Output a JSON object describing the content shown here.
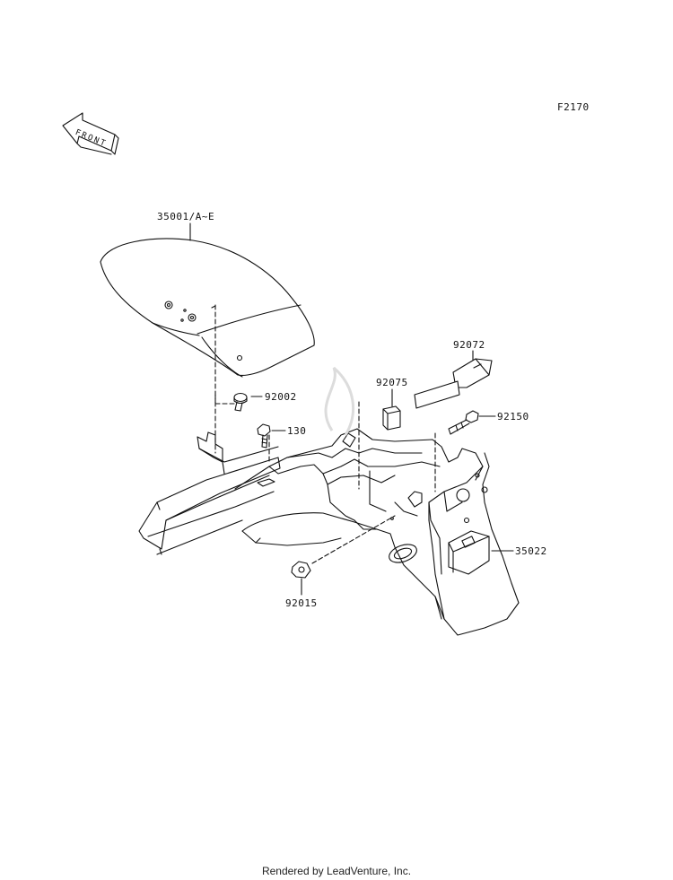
{
  "diagram": {
    "code": "F2170",
    "front_label": "FRONT",
    "parts": {
      "front_fender": "35001/A~E",
      "rear_fender": "35022",
      "bolt_92002": "92002",
      "bolt_130": "130",
      "pad_92075": "92075",
      "holder_92072": "92072",
      "bolt_92150": "92150",
      "nut_92015": "92015"
    }
  },
  "footer": "Rendered by LeadVenture, Inc."
}
